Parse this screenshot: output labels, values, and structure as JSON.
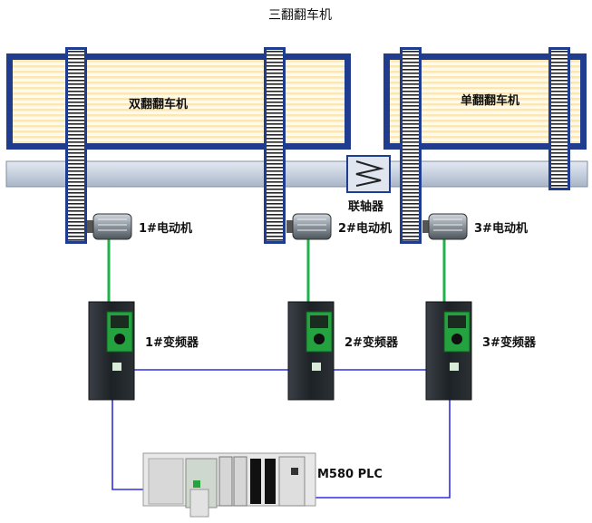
{
  "diagram": {
    "title": "三翻翻车机",
    "double_dumper_label": "双翻翻车机",
    "single_dumper_label": "单翻翻车机",
    "coupling_label": "联轴器",
    "motors": [
      {
        "label": "1#电动机"
      },
      {
        "label": "2#电动机"
      },
      {
        "label": "3#电动机"
      }
    ],
    "inverters": [
      {
        "label": "1#变频器"
      },
      {
        "label": "2#变频器"
      },
      {
        "label": "3#变频器"
      }
    ],
    "plc_label": "M580 PLC",
    "colors": {
      "frame": "#1f3c8f",
      "stripe": "#fbe7b0",
      "shaft": "#cdd6e3",
      "power_line": "#1db34a",
      "comm_line": "#2e2ee6"
    }
  }
}
